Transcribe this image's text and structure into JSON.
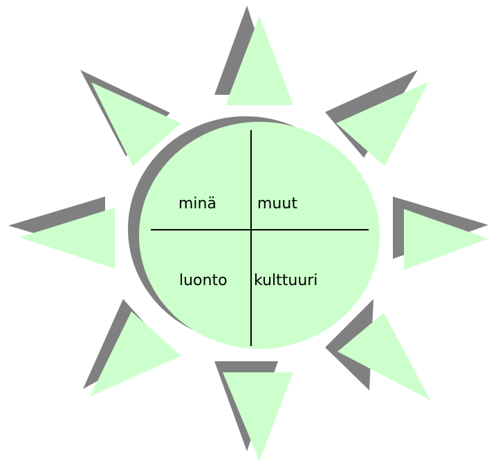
{
  "diagram": {
    "colors": {
      "ray_fill": "#ccffcc",
      "ray_shadow": "#808080",
      "circle_fill": "#ccffcc",
      "circle_shadow": "#808080",
      "axis_line": "#000000",
      "label_text": "#000000"
    },
    "quadrants": {
      "top_left": "minä",
      "top_right": "muut",
      "bottom_left": "luonto",
      "bottom_right": "kulttuuri"
    }
  }
}
